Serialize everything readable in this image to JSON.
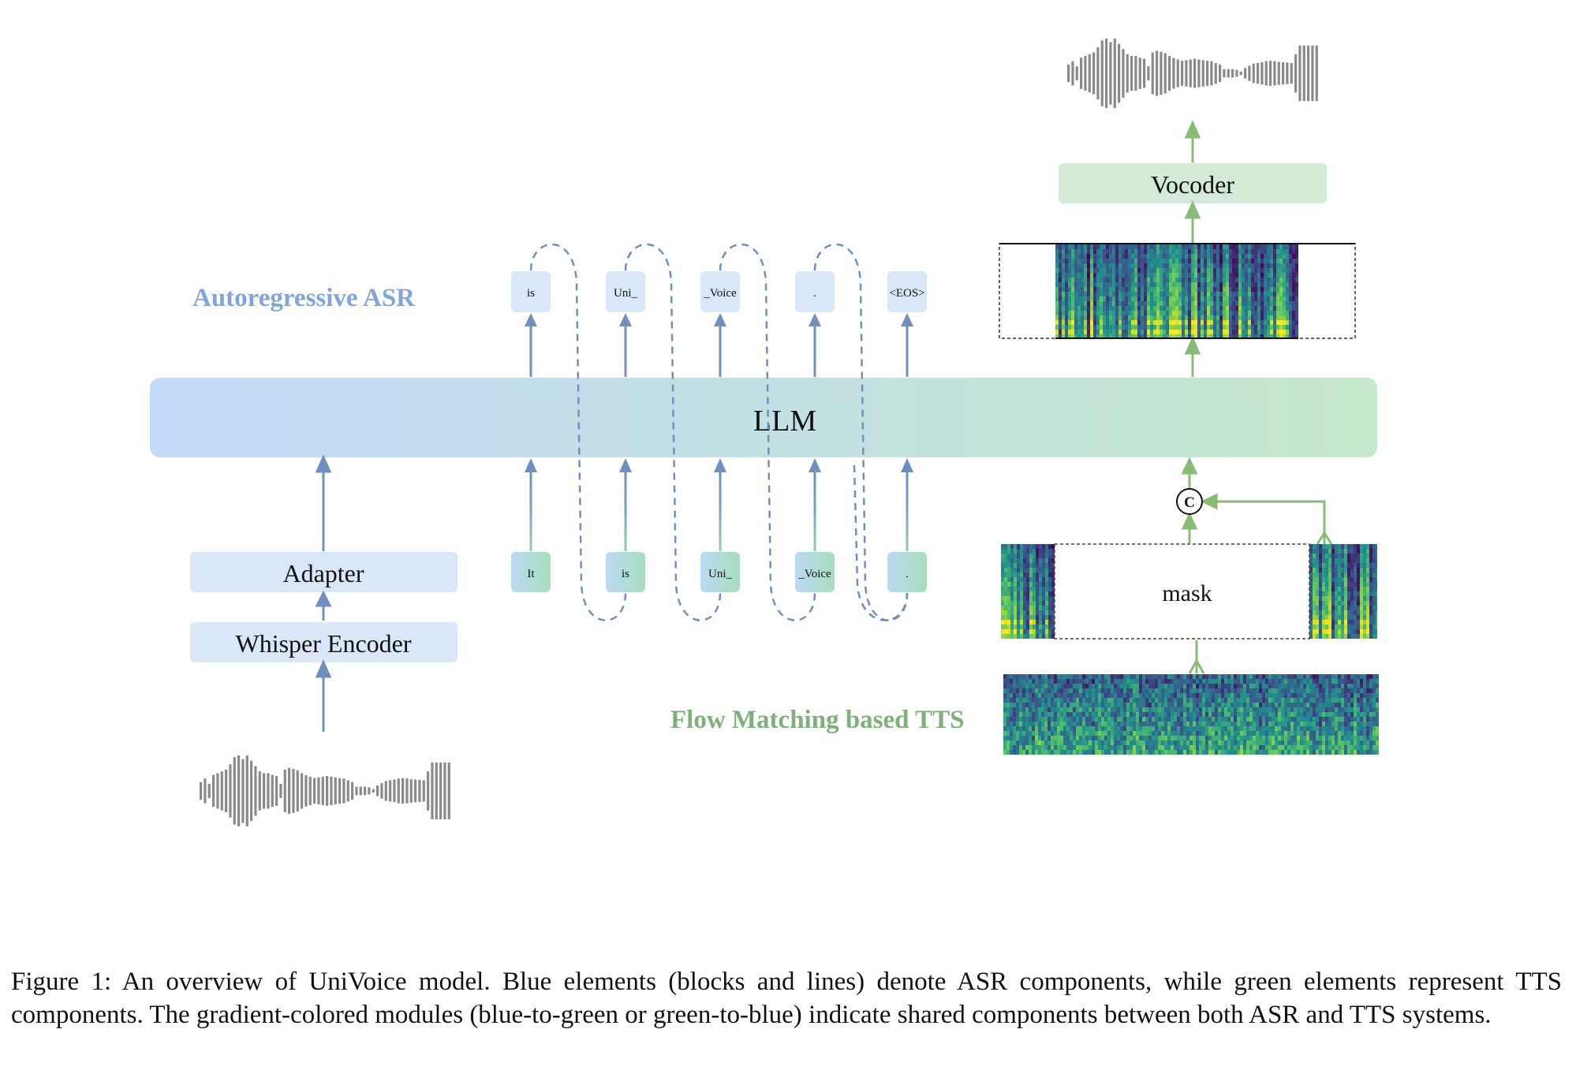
{
  "figure": {
    "sections": {
      "asr_title": "Autoregressive ASR",
      "tts_title": "Flow Matching based TTS"
    },
    "colors": {
      "asr_blue": "#7fa6dc",
      "asr_arrow": "#6f8fbf",
      "tts_green": "#7fb07a",
      "tts_arrow": "#88bb74",
      "block_blue": "#d9e7f9",
      "block_green": "#d5ead6",
      "llm_left": "#c6dcf8",
      "llm_right": "#c7e8cb",
      "waveform_gray": "#8a8a8a"
    },
    "blocks": {
      "llm": "LLM",
      "adapter": "Adapter",
      "whisper_encoder": "Whisper Encoder",
      "vocoder": "Vocoder",
      "mask": "mask",
      "concat": "C"
    },
    "asr_output_tokens": [
      "is",
      "Uni_",
      "_Voice",
      ".",
      "<EOS>"
    ],
    "asr_input_tokens": [
      "It",
      "is",
      "Uni_",
      "_Voice",
      "."
    ],
    "icons": {
      "input_waveform": "waveform-icon",
      "output_waveform": "waveform-icon",
      "generated_spectrogram": "mel-spectrogram",
      "prompt_spectrogram": "mel-spectrogram",
      "noise_spectrogram": "noise-spectrogram",
      "concat": "concat-circle-icon"
    }
  },
  "caption": "Figure 1: An overview of UniVoice model. Blue elements (blocks and lines) denote ASR components, while green elements represent TTS components. The gradient-colored modules (blue-to-green or green-to-blue) indicate shared components between both ASR and TTS systems."
}
